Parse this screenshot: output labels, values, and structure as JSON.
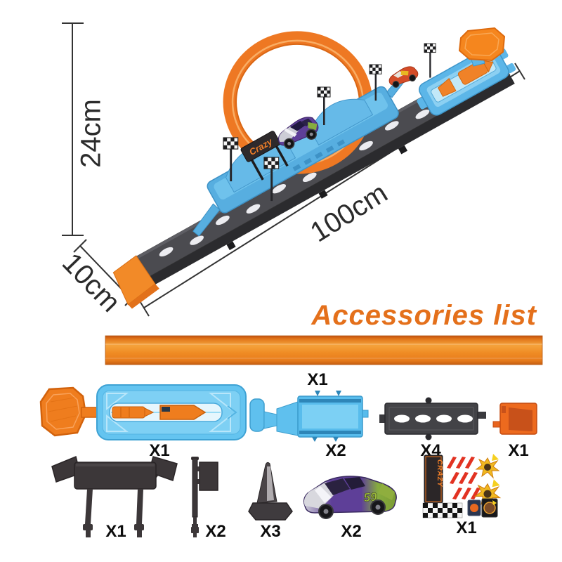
{
  "page": {
    "background": "#ffffff"
  },
  "dimensions": {
    "height": "24cm",
    "width": "10cm",
    "length": "100cm"
  },
  "heading": {
    "text": "Accessories list"
  },
  "parts": [
    {
      "name": "orange-track-strip",
      "qty": "X1"
    },
    {
      "name": "launcher-base",
      "qty": "X1"
    },
    {
      "name": "track-connector",
      "qty": "X2"
    },
    {
      "name": "straight-track-segment",
      "qty": "X4"
    },
    {
      "name": "track-end-stop",
      "qty": "X1"
    },
    {
      "name": "finish-gate-flags",
      "qty": "X1"
    },
    {
      "name": "signal-flag-pole",
      "qty": "X2"
    },
    {
      "name": "traffic-cone",
      "qty": "X3"
    },
    {
      "name": "race-car",
      "qty": "X2"
    },
    {
      "name": "sticker-sheet",
      "qty": "X1"
    }
  ],
  "product": {
    "sign_text": "Crazy",
    "sticker_banner_text": "CRAZY",
    "car_number": "59"
  },
  "colors": {
    "loop_orange": "#ee7823",
    "heading_orange": "#e4701b",
    "track_blue": "#5fc0ee",
    "track_dark": "#3a3a3e",
    "label_black": "#0d0d0d"
  }
}
